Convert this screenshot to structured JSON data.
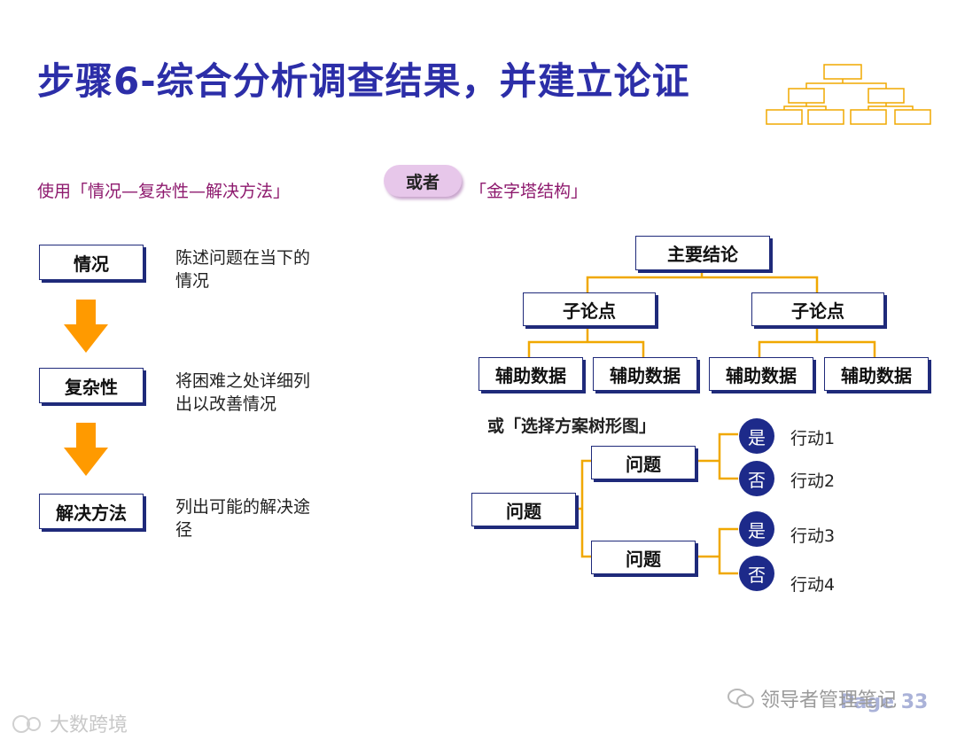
{
  "title": "步骤6-综合分析调查结果，并建立论证",
  "left_method": "使用「情况—复杂性—解决方法」",
  "or_pill": "或者",
  "right_method": "「金字塔结构」",
  "scr_steps": [
    {
      "label": "情况",
      "desc": "陈述问题在当下的情况"
    },
    {
      "label": "复杂性",
      "desc": "将困难之处详细列出以改善情况"
    },
    {
      "label": "解决方法",
      "desc": "列出可能的解决途径"
    }
  ],
  "pyramid": {
    "main": "主要结论",
    "sub_points": [
      "子论点",
      "子论点"
    ],
    "supports": [
      "辅助数据",
      "辅助数据",
      "辅助数据",
      "辅助数据"
    ]
  },
  "decision_tree": {
    "heading": "或「选择方案树形图」",
    "root": "问题",
    "branches": [
      {
        "label": "问题",
        "options": [
          {
            "mark": "是",
            "action": "行动1"
          },
          {
            "mark": "否",
            "action": "行动2"
          }
        ]
      },
      {
        "label": "问题",
        "options": [
          {
            "mark": "是",
            "action": "行动3"
          },
          {
            "mark": "否",
            "action": "行动4"
          }
        ]
      }
    ]
  },
  "colors": {
    "title": "#2c2ea8",
    "subtitle": "#8e1a6e",
    "arrow": "#ff9a00",
    "connector": "#f0a800",
    "box_border": "#1f2a7a",
    "circle": "#1d2a8a",
    "pill": "#e7c7ea"
  },
  "watermarks": {
    "left": "大数跨境",
    "right": "领导者管理笔记",
    "page": "Page 33"
  }
}
